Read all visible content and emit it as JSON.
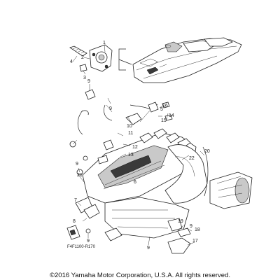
{
  "callouts": {
    "c1": "1",
    "c2": "2",
    "c3": "3",
    "c4": "4",
    "c5": "5",
    "c6": "6",
    "c7": "7",
    "c8": "8",
    "c9a": "9",
    "c9b": "9",
    "c9c": "9",
    "c9d": "9",
    "c9e": "9",
    "c9f": "9",
    "c10": "10",
    "c11": "11",
    "c12": "12",
    "c13": "13",
    "c14": "14",
    "c15": "15",
    "c16": "16",
    "c17": "17",
    "c18": "18",
    "c19": "19",
    "c20": "20",
    "c21": "21",
    "c22": "22"
  },
  "figure_ref": "F4F1100-R170",
  "copyright": "©2016 Yamaha Motor Corporation, U.S.A. All rights reserved."
}
